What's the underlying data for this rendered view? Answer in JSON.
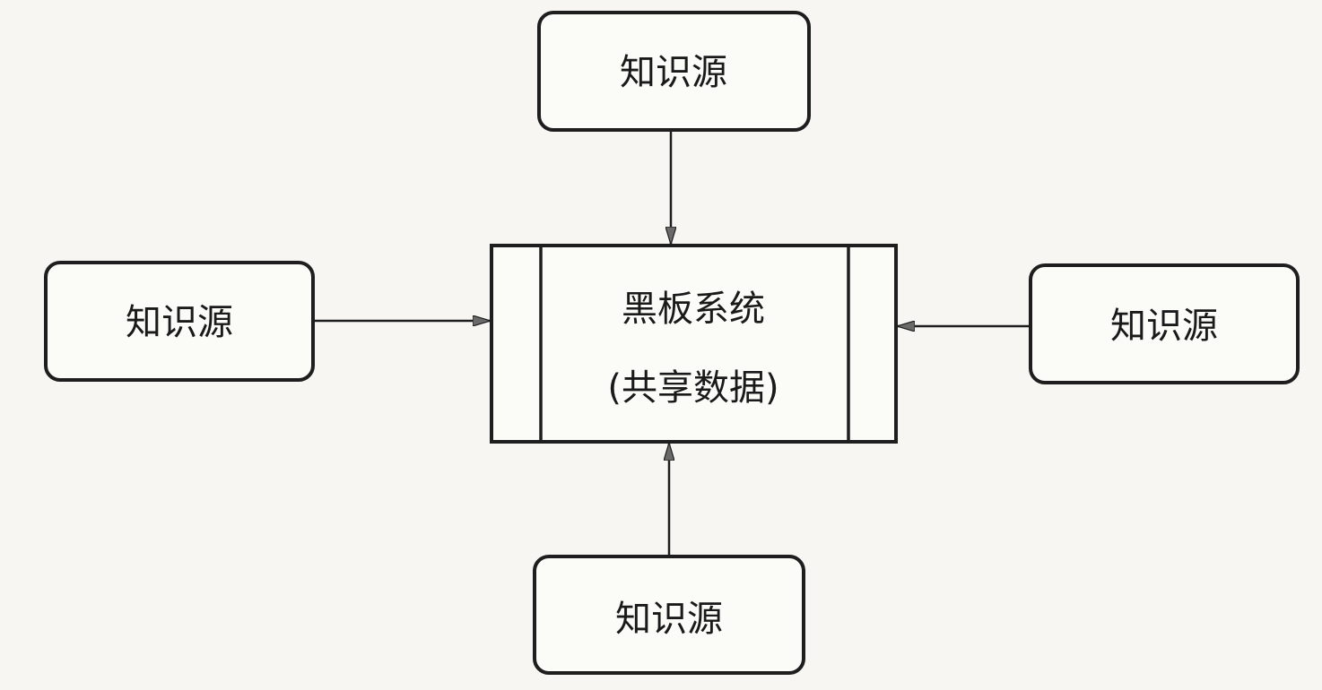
{
  "diagram": {
    "type": "blackboard-architecture",
    "center": {
      "title": "黑板系统",
      "subtitle": "(共享数据)"
    },
    "sources": [
      {
        "position": "top",
        "label": "知识源"
      },
      {
        "position": "left",
        "label": "知识源"
      },
      {
        "position": "right",
        "label": "知识源"
      },
      {
        "position": "bottom",
        "label": "知识源"
      }
    ],
    "edges": [
      {
        "from": "top",
        "to": "center"
      },
      {
        "from": "left",
        "to": "center"
      },
      {
        "from": "right",
        "to": "center"
      },
      {
        "from": "bottom",
        "to": "center"
      }
    ],
    "colors": {
      "stroke": "#1e1e1e",
      "background": "#f7f6f2",
      "box_fill": "#fbfbf8"
    }
  }
}
